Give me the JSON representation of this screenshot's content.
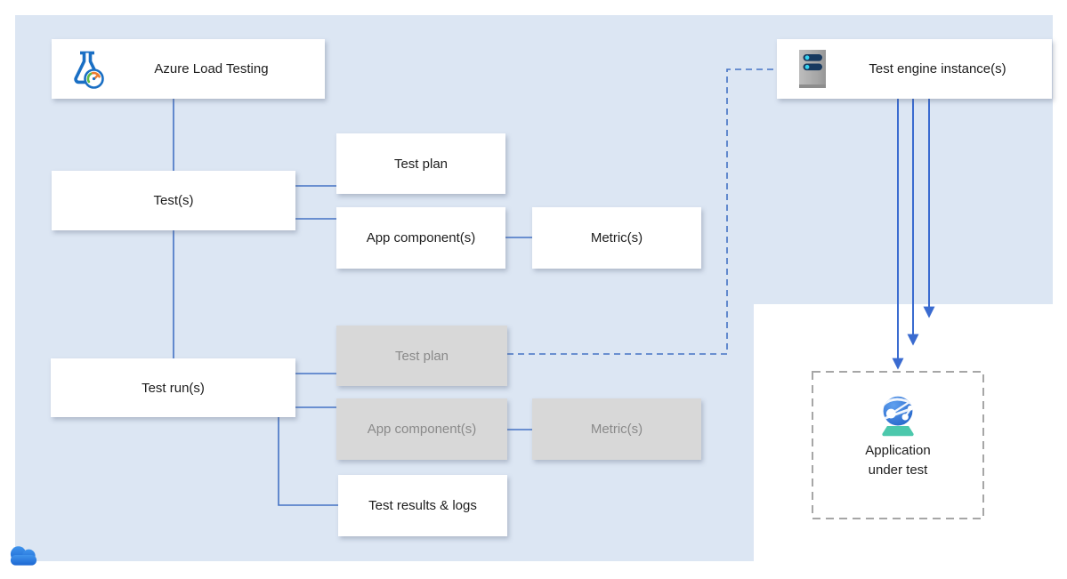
{
  "nodes": {
    "azure_load_testing": {
      "label": "Azure Load Testing"
    },
    "tests": {
      "label": "Test(s)"
    },
    "test_plan": {
      "label": "Test plan"
    },
    "app_components": {
      "label": "App component(s)"
    },
    "metrics": {
      "label": "Metric(s)"
    },
    "test_runs": {
      "label": "Test run(s)"
    },
    "run_test_plan": {
      "label": "Test plan"
    },
    "run_app_components": {
      "label": "App component(s)"
    },
    "run_metrics": {
      "label": "Metric(s)"
    },
    "test_results_logs": {
      "label": "Test results & logs"
    },
    "test_engine_instances": {
      "label": "Test engine instance(s)"
    },
    "application_under_test": {
      "label_line1": "Application",
      "label_line2": "under test"
    }
  },
  "colors": {
    "background_panel": "#dce6f3",
    "connector": "#4472c4",
    "arrow": "#3a6bd0",
    "gray_box_bg": "#d8d8d8",
    "gray_box_text": "#8a8a8a",
    "dashed_border": "#a6a6a6",
    "cloud_blue": "#2e7ce0",
    "flask_blue": "#1a6fc4",
    "gauge_green": "#5fba46",
    "gauge_orange": "#ed7d31",
    "server_navy": "#17395f",
    "server_cyan": "#35d2f0",
    "globe_base_teal": "#4cc8ac"
  }
}
